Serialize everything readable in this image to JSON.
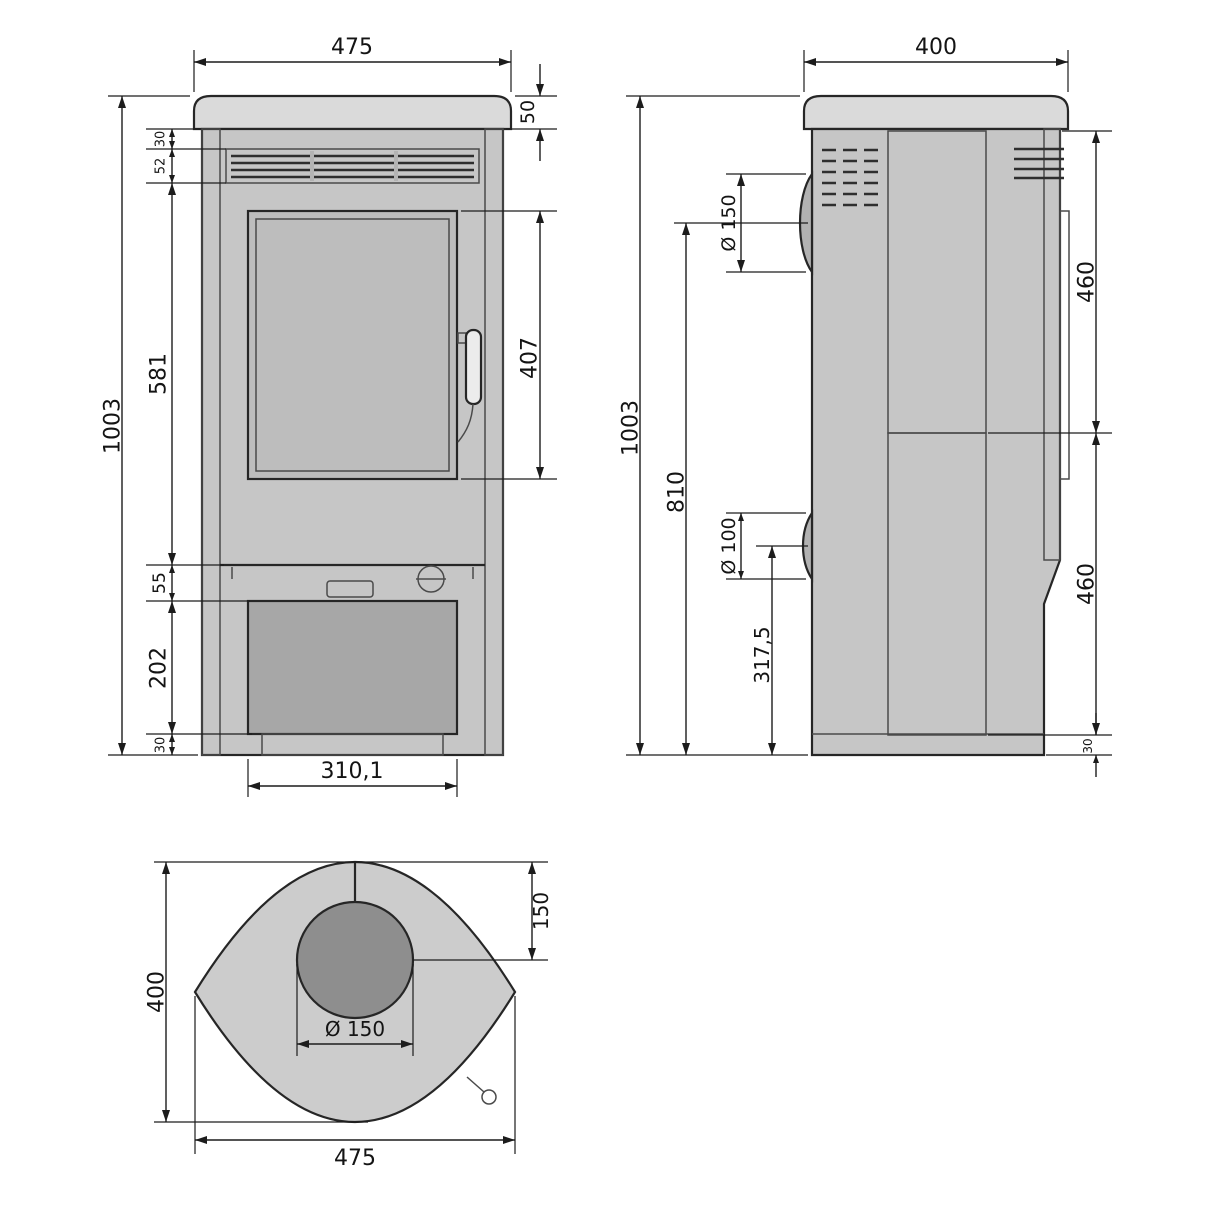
{
  "drawing": {
    "front": {
      "overall_width": "475",
      "top_plate_height": "50",
      "gap_below_top": "30",
      "vent_height": "52",
      "door_zone_height": "581",
      "overall_height": "1003",
      "control_band_height": "55",
      "lower_panel_height": "202",
      "base_height": "30",
      "glass_height": "407",
      "door_width": "310,1"
    },
    "side": {
      "overall_depth": "400",
      "overall_height": "1003",
      "flue_axis_height": "810",
      "flue_diameter": "Ø 150",
      "air_inlet_diameter": "Ø 100",
      "air_inlet_axis_height": "317,5",
      "upper_panel_height": "460",
      "lower_panel_height": "460",
      "base_height": "30"
    },
    "top": {
      "overall_depth": "400",
      "flue_center_offset": "150",
      "flue_diameter": "Ø 150",
      "overall_width": "475"
    }
  }
}
